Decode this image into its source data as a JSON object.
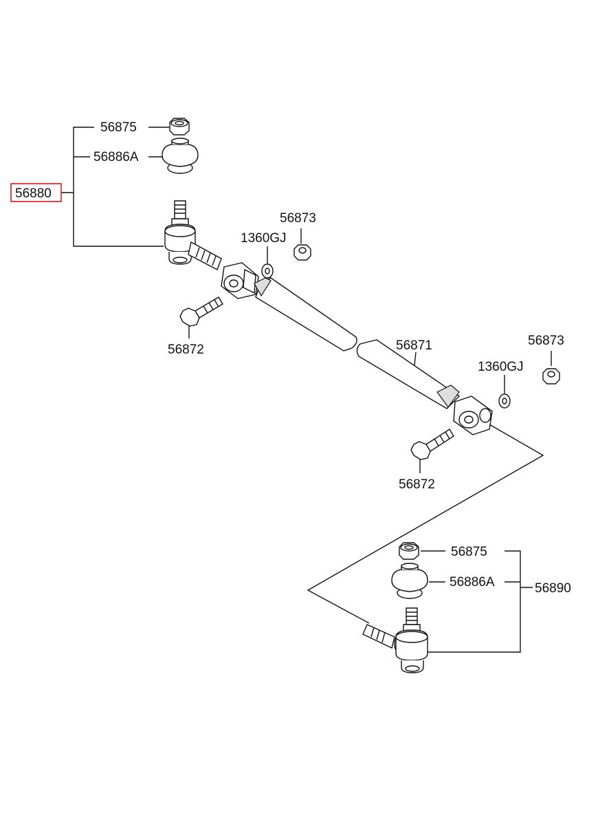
{
  "diagram": {
    "highlight_color": "#e0191c",
    "labels": {
      "top_nut": "56875",
      "top_boot": "56886A",
      "left_tie_rod_end": "56880",
      "left_nut": "56873",
      "left_washer": "1360GJ",
      "left_bolt": "56872",
      "tube": "56871",
      "right_nut": "56873",
      "right_washer": "1360GJ",
      "right_bolt": "56872",
      "bottom_nut": "56875",
      "bottom_boot": "56886A",
      "right_tie_rod_end": "56890"
    }
  }
}
